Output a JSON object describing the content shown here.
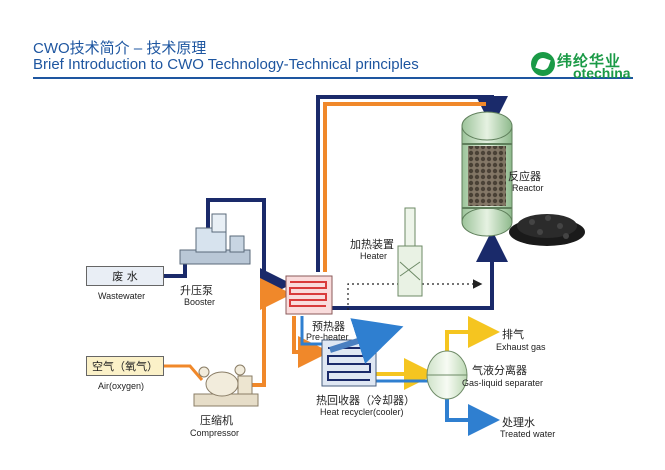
{
  "header": {
    "title_cn": "CWO技术简介 – 技术原理",
    "title_en": "Brief Introduction to CWO Technology-Technical principles"
  },
  "logo": {
    "name_cn": "纬纶华业",
    "name_en": "otechina"
  },
  "diagram": {
    "wastewater": {
      "cn": "废 水",
      "en": "Wastewater"
    },
    "air": {
      "cn": "空气（氧气）",
      "en": "Air(oxygen)"
    },
    "booster": {
      "cn": "升压泵",
      "en": "Booster"
    },
    "compressor": {
      "cn": "压缩机",
      "en": "Compressor"
    },
    "preheater": {
      "cn": "预热器",
      "en": "Pre-heater"
    },
    "heater": {
      "cn": "加热装置",
      "en": "Heater"
    },
    "reactor": {
      "cn": "反应器",
      "en": "Reactor"
    },
    "heat_recycler": {
      "cn": "热回收器（冷却器）",
      "en": "Heat recycler(cooler)"
    },
    "separator": {
      "cn": "气液分离器",
      "en": "Gas-liquid separater"
    },
    "exhaust": {
      "cn": "排气",
      "en": "Exhaust gas"
    },
    "treated": {
      "cn": "处理水",
      "en": "Treated water"
    }
  },
  "colors": {
    "title": "#1e56a0",
    "pipe_navy": "#1a2a6a",
    "pipe_orange": "#f0882a",
    "pipe_blue": "#2f7fd0",
    "pipe_yellow": "#f5c520",
    "brand": "#1a9a46"
  }
}
